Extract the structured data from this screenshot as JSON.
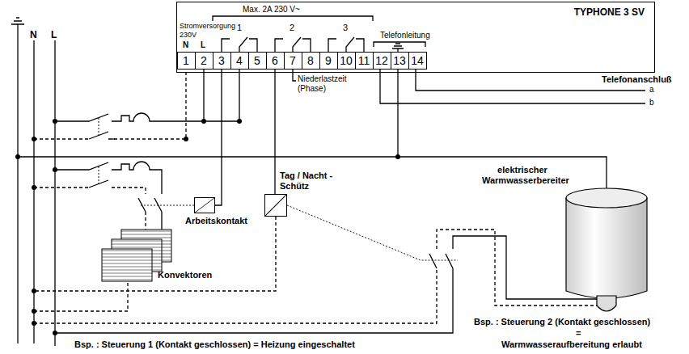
{
  "diagram": {
    "nodes": [
      {
        "text": [
          "TYPHONE 3 SV"
        ]
      },
      {
        "text": [
          "1"
        ],
        "in": 0
      },
      {
        "text": [
          "2"
        ],
        "in": 0
      },
      {
        "text": [
          "3"
        ],
        "in": 0
      },
      {
        "text": [
          "4"
        ],
        "in": 0
      },
      {
        "text": [
          "5"
        ],
        "in": 0
      },
      {
        "text": [
          "6"
        ],
        "in": 0
      },
      {
        "text": [
          "7"
        ],
        "in": 0
      },
      {
        "text": [
          "8"
        ],
        "in": 0
      },
      {
        "text": [
          "9"
        ],
        "in": 0
      },
      {
        "text": [
          "10"
        ],
        "in": 0
      },
      {
        "text": [
          "11"
        ],
        "in": 0
      },
      {
        "text": [
          "12"
        ],
        "in": 0
      },
      {
        "text": [
          "13"
        ],
        "in": 0
      },
      {
        "text": [
          "14"
        ],
        "in": 0
      },
      {
        "text": [
          "Arbeitskontakt"
        ]
      },
      {
        "text": [
          "Tag / Nacht -Schütz"
        ]
      }
    ],
    "edges": [
      {
        "from": 3,
        "to": 15,
        "arrow": "none"
      },
      {
        "from": 6,
        "to": 16,
        "arrow": "none"
      }
    ],
    "labels": [
      "Max. 2A 230 V~",
      "Stromversorgung 230V",
      "N",
      "L",
      "1",
      "2",
      "3",
      "Telefonleitung",
      "Niederlastzeit (Phase)",
      "Telefonanschluß",
      "a",
      "b",
      "N",
      "L",
      "Konvektoren",
      "elektrischer Warmwasserbereiter",
      "Bsp. : Steuerung 2 (Kontakt geschlossen)",
      "=",
      "Warmwasseraufbereitung erlaubt",
      "Bsp. : Steuerung 1 (Kontakt geschlossen) = Heizung eingeschaltet"
    ]
  }
}
